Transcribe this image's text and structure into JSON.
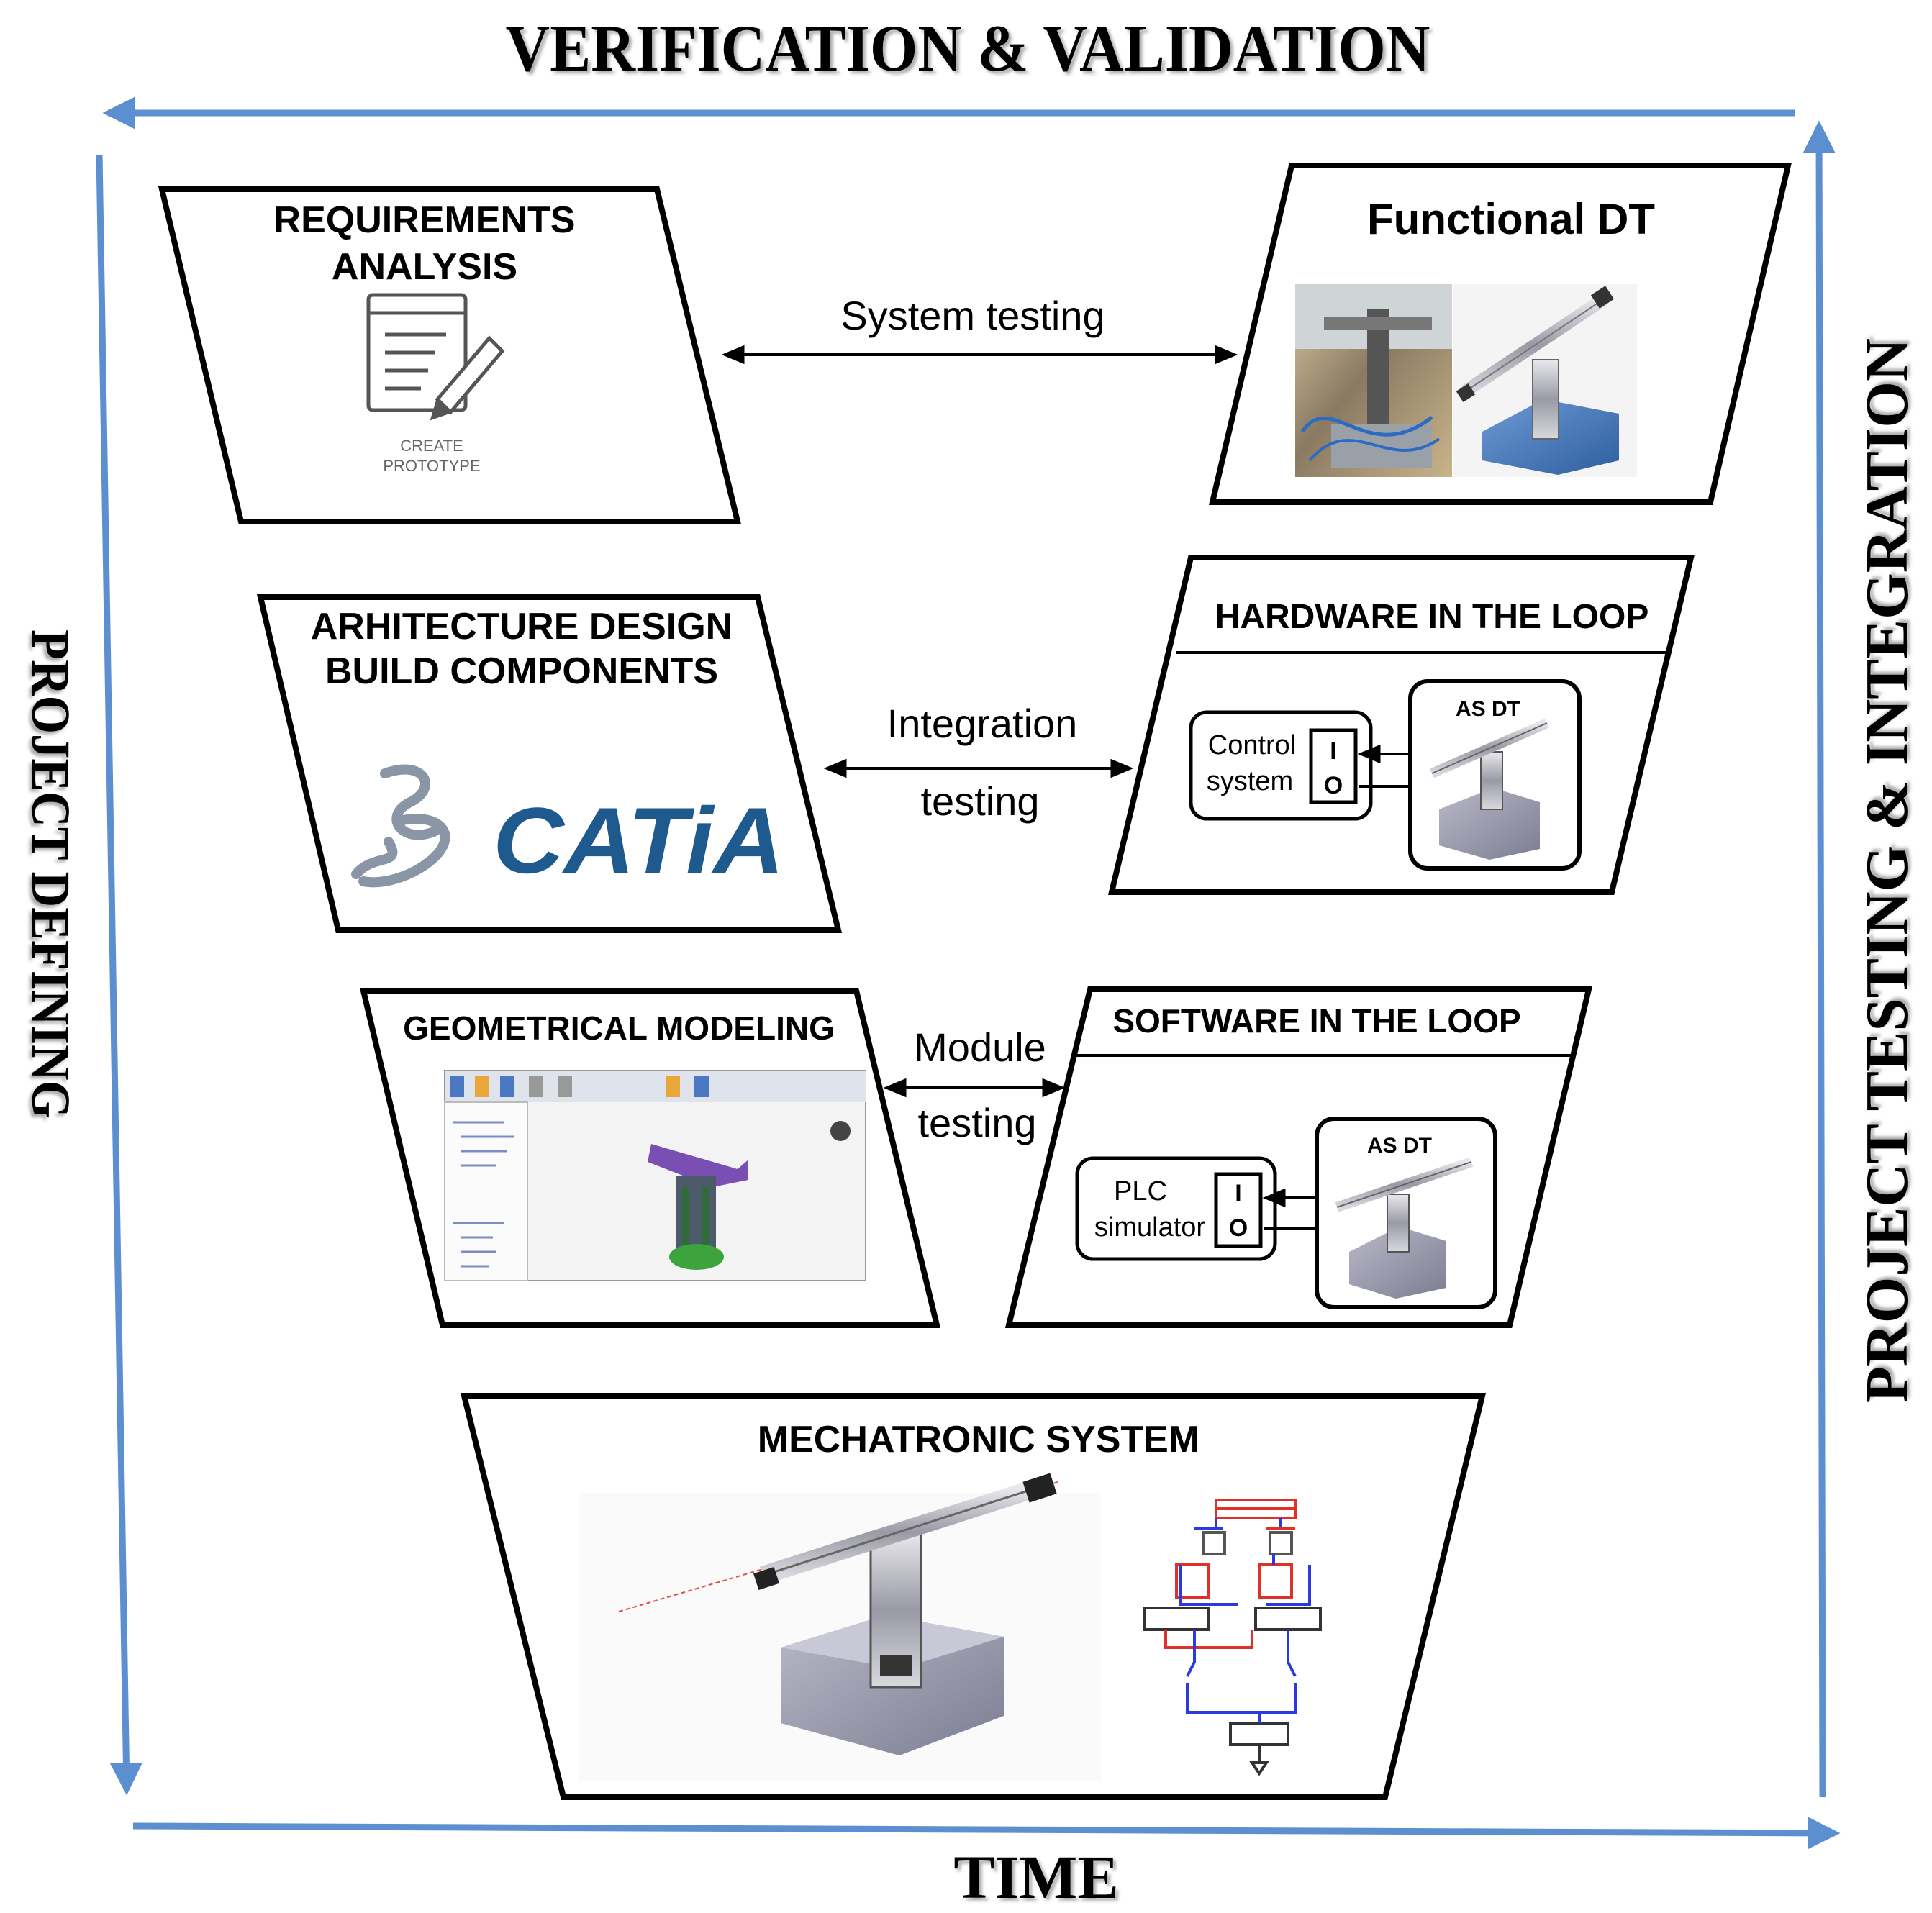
{
  "axes": {
    "top": "VERIFICATION & VALIDATION",
    "bottom": "TIME",
    "left": "PROJECT DEFINING",
    "right": "PROJECT TESTING & INTEGRATION"
  },
  "boxes": {
    "requirements": {
      "title_line1": "REQUIREMENTS",
      "title_line2": "ANALYSIS",
      "icon_caption_line1": "CREATE",
      "icon_caption_line2": "PROTOTYPE"
    },
    "functional_dt": {
      "title": "Functional DT"
    },
    "architecture": {
      "title_line1": "ARHITECTURE DESIGN",
      "title_line2": "BUILD COMPONENTS",
      "logo_text": "CATiA"
    },
    "hil": {
      "title": "HARDWARE IN THE LOOP",
      "control_line1": "Control",
      "control_line2": "system",
      "io_i": "I",
      "io_o": "O",
      "dt_label": "AS DT"
    },
    "geometric": {
      "title": "GEOMETRICAL MODELING"
    },
    "sil": {
      "title": "SOFTWARE IN THE LOOP",
      "plc_line1": "PLC",
      "plc_line2": "simulator",
      "io_i": "I",
      "io_o": "O",
      "dt_label": "AS DT"
    },
    "mechatronic": {
      "title": "MECHATRONIC SYSTEM"
    }
  },
  "connectors": {
    "system_testing": "System testing",
    "integration_line1": "Integration",
    "integration_line2": "testing",
    "module_line1": "Module",
    "module_line2": "testing"
  },
  "colors": {
    "frame_arrow": "#5b8fd0",
    "box_stroke": "#000000",
    "catia_blue": "#1f5a8f",
    "part_purple": "#7a4fb3",
    "base_green": "#3da33d",
    "pneumatic_red": "#e0302a",
    "pneumatic_blue": "#2a3ae0",
    "cad_gray": "#8f8fa3"
  }
}
